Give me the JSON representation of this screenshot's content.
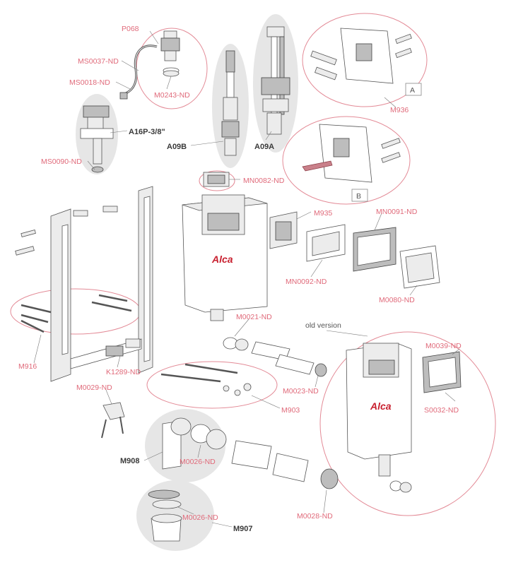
{
  "labels": {
    "p068": "P068",
    "ms0037": "MS0037-ND",
    "ms0018": "MS0018-ND",
    "m0243": "M0243-ND",
    "a16p": "A16P-3/8\"",
    "ms0090": "MS0090-ND",
    "a09b": "A09B",
    "a09a": "A09A",
    "m936": "M936",
    "box_a": "A",
    "box_b": "B",
    "mn0082": "MN0082-ND",
    "m935": "M935",
    "mn0091": "MN0091-ND",
    "mn0092": "MN0092-ND",
    "m0080": "M0080-ND",
    "m916": "M916",
    "m0021": "M0021-ND",
    "old_version": "old version",
    "m0039": "M0039-ND",
    "s0032": "S0032-ND",
    "k1289": "K1289-ND",
    "m0029": "M0029-ND",
    "m903": "M903",
    "m0023": "M0023-ND",
    "m908": "M908",
    "m0026a": "M0026-ND",
    "m0026b": "M0026-ND",
    "m907": "M907",
    "m0028": "M0028-ND",
    "brand_main": "Alca",
    "brand_old": "Alca"
  },
  "colors": {
    "label_pink": "#e06a7a",
    "label_dark": "#3a3a3a",
    "bubble_grey": "#e6e6e6",
    "outline_pink": "#e38a96",
    "brand_red": "#c8202f"
  }
}
